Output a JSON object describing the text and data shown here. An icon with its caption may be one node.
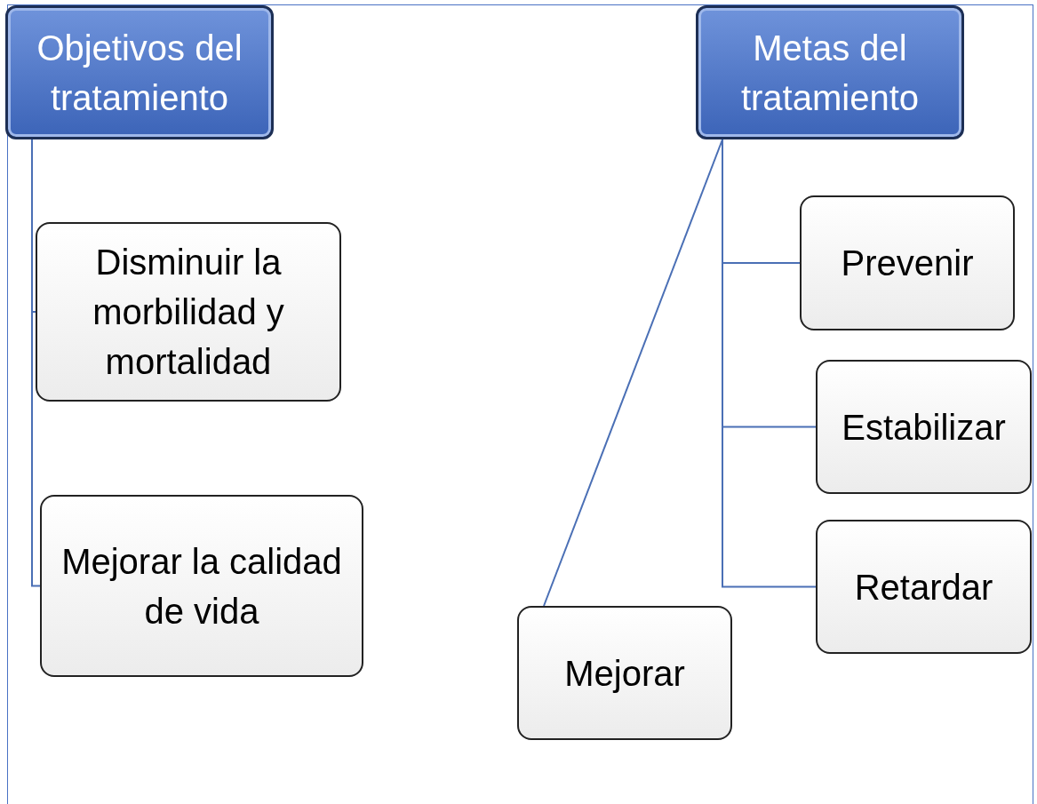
{
  "diagram": {
    "nodes": [
      {
        "text": [
          "Objetivos del tratamiento"
        ]
      },
      {
        "text": [
          "Disminuir la morbilidad y mortalidad"
        ]
      },
      {
        "text": [
          "Mejorar la calidad de vida"
        ]
      },
      {
        "text": [
          "Metas del tratamiento"
        ]
      },
      {
        "text": [
          "Prevenir"
        ]
      },
      {
        "text": [
          "Estabilizar"
        ]
      },
      {
        "text": [
          "Retardar"
        ]
      },
      {
        "text": [
          "Mejorar"
        ]
      }
    ],
    "edges": [
      {
        "from": 0,
        "to": 1,
        "arrow": "none"
      },
      {
        "from": 0,
        "to": 2,
        "arrow": "none"
      },
      {
        "from": 3,
        "to": 4,
        "arrow": "none"
      },
      {
        "from": 3,
        "to": 5,
        "arrow": "none"
      },
      {
        "from": 3,
        "to": 6,
        "arrow": "none"
      },
      {
        "from": 3,
        "to": 7,
        "arrow": "none"
      }
    ]
  }
}
